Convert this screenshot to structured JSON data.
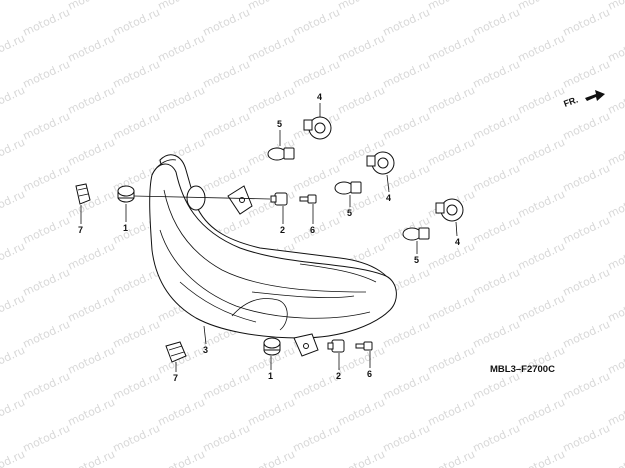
{
  "watermark": {
    "text": "motod.ru"
  },
  "diagram": {
    "code": "MBL3–F2700C",
    "direction_label": "FR.",
    "callouts": {
      "c1a": "1",
      "c1b": "1",
      "c2a": "2",
      "c2b": "2",
      "c3": "3",
      "c4a": "4",
      "c4b": "4",
      "c4c": "4",
      "c5a": "5",
      "c5b": "5",
      "c5c": "5",
      "c6a": "6",
      "c6b": "6",
      "c7a": "7",
      "c7b": "7"
    }
  }
}
